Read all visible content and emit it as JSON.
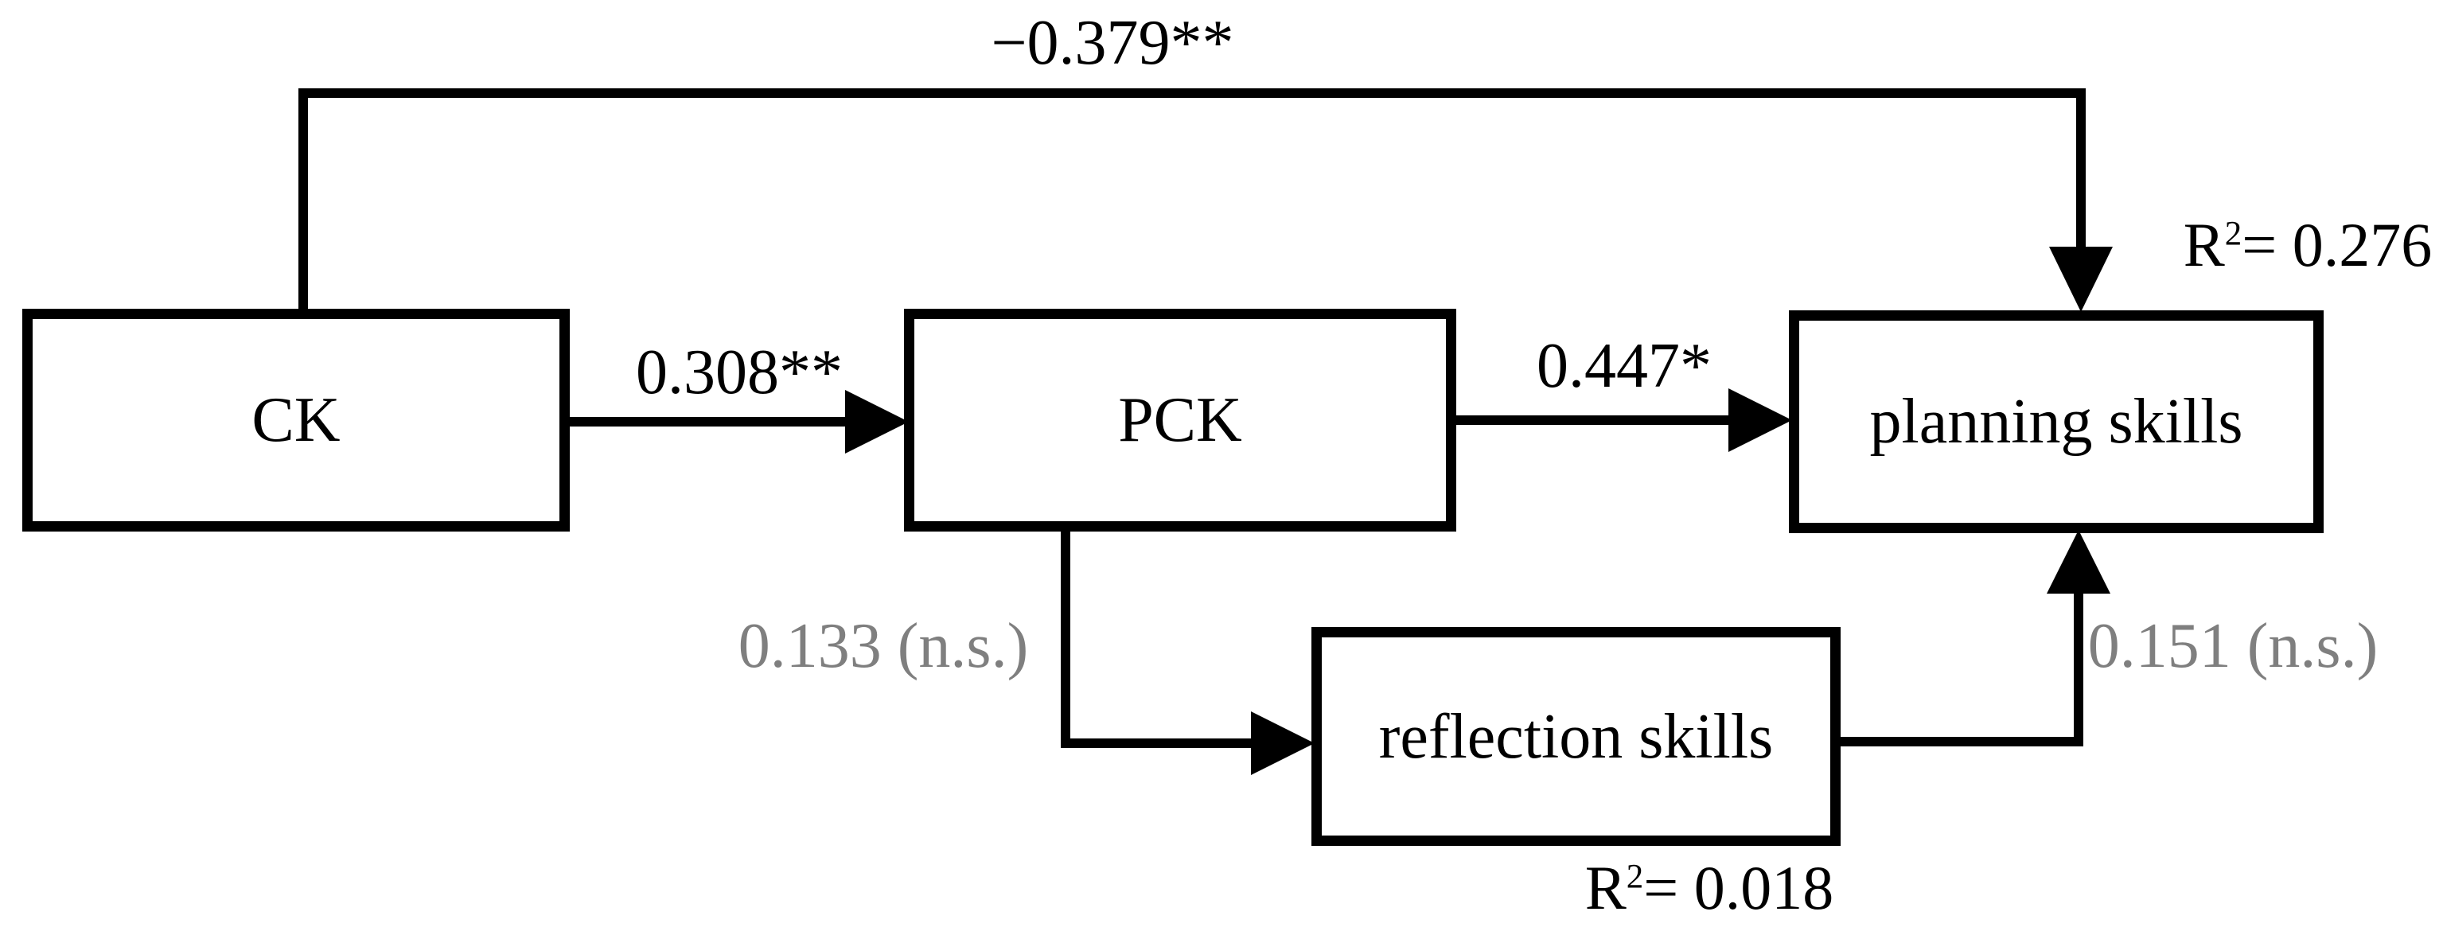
{
  "figure": {
    "type": "path-diagram",
    "background": "#ffffff",
    "line_color": "#000000",
    "text_color": "#000000",
    "ns_text_color": "#7f7f7f",
    "nodes": {
      "ck": {
        "label": "CK"
      },
      "pck": {
        "label": "PCK"
      },
      "planning": {
        "label": "planning skills"
      },
      "reflection": {
        "label": "reflection skills"
      }
    },
    "edges": {
      "ck_planning": {
        "from": "CK",
        "to": "planning skills",
        "label": "−0.379**",
        "significant": true
      },
      "ck_pck": {
        "from": "CK",
        "to": "PCK",
        "label": "0.308**",
        "significant": true
      },
      "pck_planning": {
        "from": "PCK",
        "to": "planning skills",
        "label": "0.447*",
        "significant": true
      },
      "pck_reflection": {
        "from": "PCK",
        "to": "reflection skills",
        "label": "0.133 (n.s.)",
        "significant": false
      },
      "reflection_planning": {
        "from": "reflection skills",
        "to": "planning skills",
        "label": "0.151 (n.s.)",
        "significant": false
      }
    },
    "r_squared": {
      "planning": {
        "base": "R",
        "sup": "2",
        "rest": "= 0.276"
      },
      "reflection": {
        "base": "R",
        "sup": "2",
        "rest": "= 0.018"
      }
    }
  }
}
